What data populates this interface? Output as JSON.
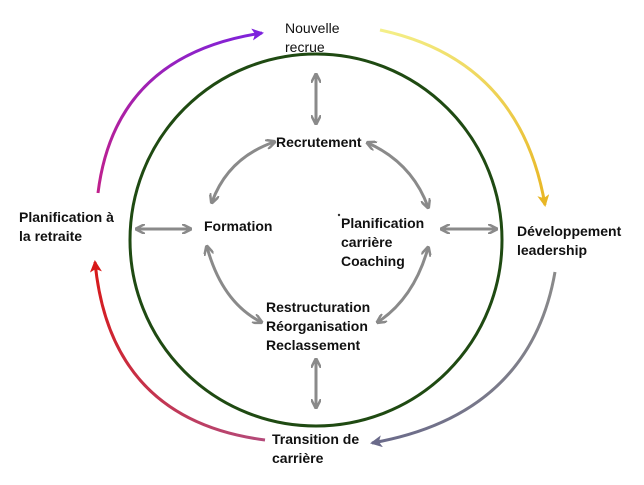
{
  "colors": {
    "circle": "#1f4a12",
    "inner_arrows": "#8a8a8a",
    "arc_top_right": [
      "#f4f08a",
      "#e8b624"
    ],
    "arc_bottom_right": [
      "#8a8a8a",
      "#6a6a8a"
    ],
    "arc_bottom_left": [
      "#b44a7a",
      "#d81818"
    ],
    "arc_top_left": [
      "#c0208c",
      "#7d22dd"
    ]
  },
  "outer": {
    "top": [
      "Nouvelle",
      "recrue"
    ],
    "right": [
      "Développement",
      "leadership"
    ],
    "bottom": [
      "Transition de",
      "carrière"
    ],
    "left": [
      "Planification à",
      "la retraite"
    ]
  },
  "inner": {
    "top": "Recrutement",
    "right": [
      "Planification",
      "carrière",
      "Coaching"
    ],
    "bottom": [
      "Restructuration",
      "Réorganisation",
      "Reclassement"
    ],
    "left": "Formation"
  }
}
